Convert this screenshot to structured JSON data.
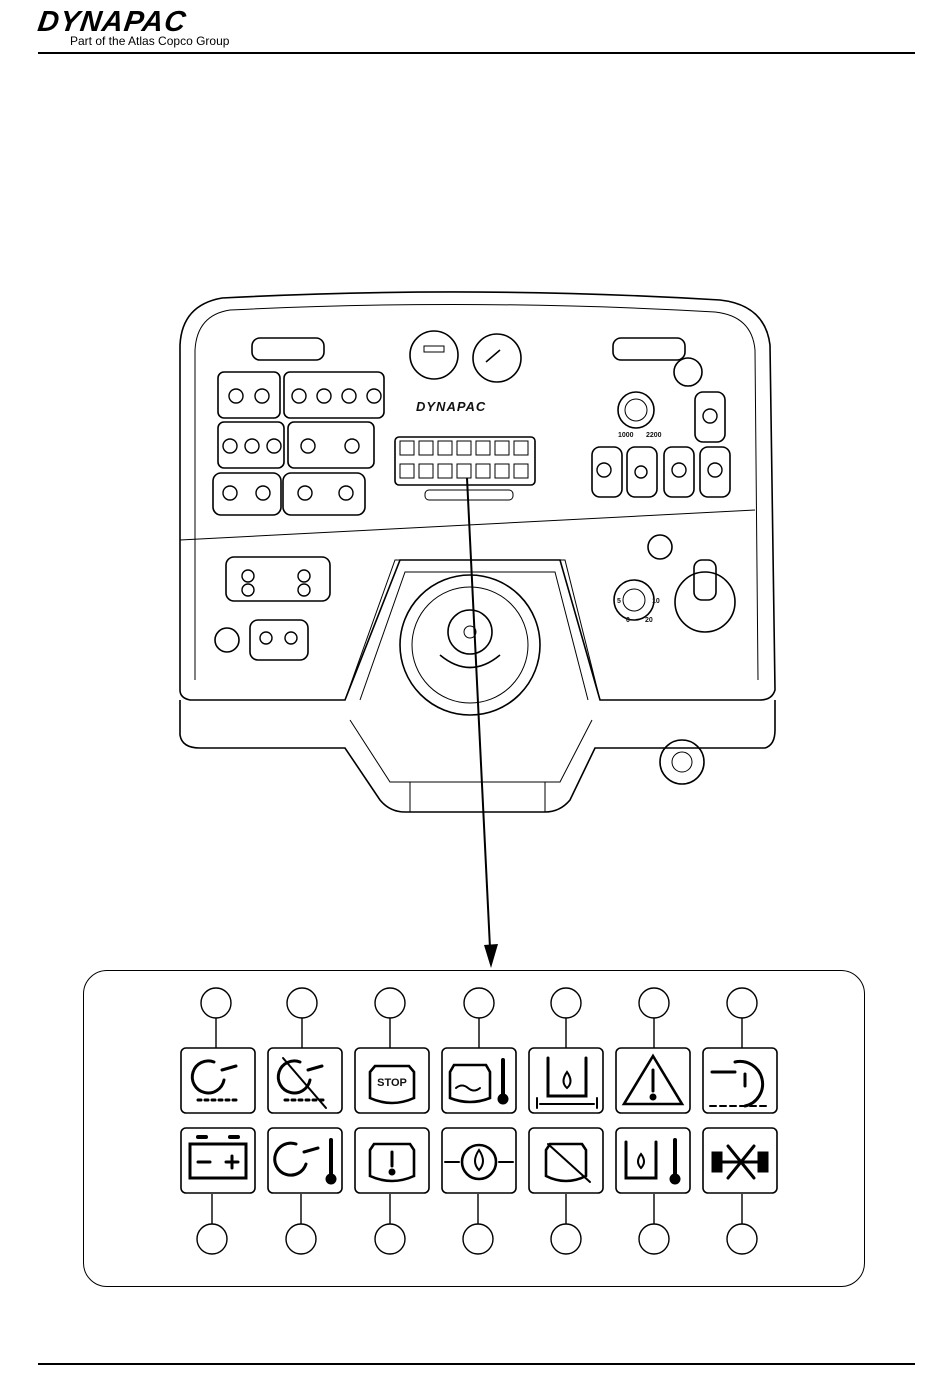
{
  "header": {
    "brand": "DYNAPAC",
    "tagline": "Part of the Atlas Copco Group"
  },
  "panel": {
    "logo": "DYNAPAC",
    "dial_left_labels": [
      "1000",
      "2200"
    ],
    "dial_right_labels": [
      "5",
      "10",
      "0",
      "20"
    ]
  },
  "indicators": {
    "top_row": [
      {
        "icon": "engine-preheat-icon"
      },
      {
        "icon": "preheat-off-icon"
      },
      {
        "icon": "engine-stop-icon",
        "text": "STOP"
      },
      {
        "icon": "coolant-temperature-icon"
      },
      {
        "icon": "hydraulic-oil-level-icon"
      },
      {
        "icon": "general-warning-icon"
      },
      {
        "icon": "engine-fault-icon"
      }
    ],
    "bottom_row": [
      {
        "icon": "battery-charge-icon"
      },
      {
        "icon": "preheat-temperature-icon"
      },
      {
        "icon": "engine-warning-icon"
      },
      {
        "icon": "oil-pressure-icon"
      },
      {
        "icon": "air-filter-icon"
      },
      {
        "icon": "hydraulic-oil-temperature-icon"
      },
      {
        "icon": "vibration-off-icon"
      }
    ]
  }
}
